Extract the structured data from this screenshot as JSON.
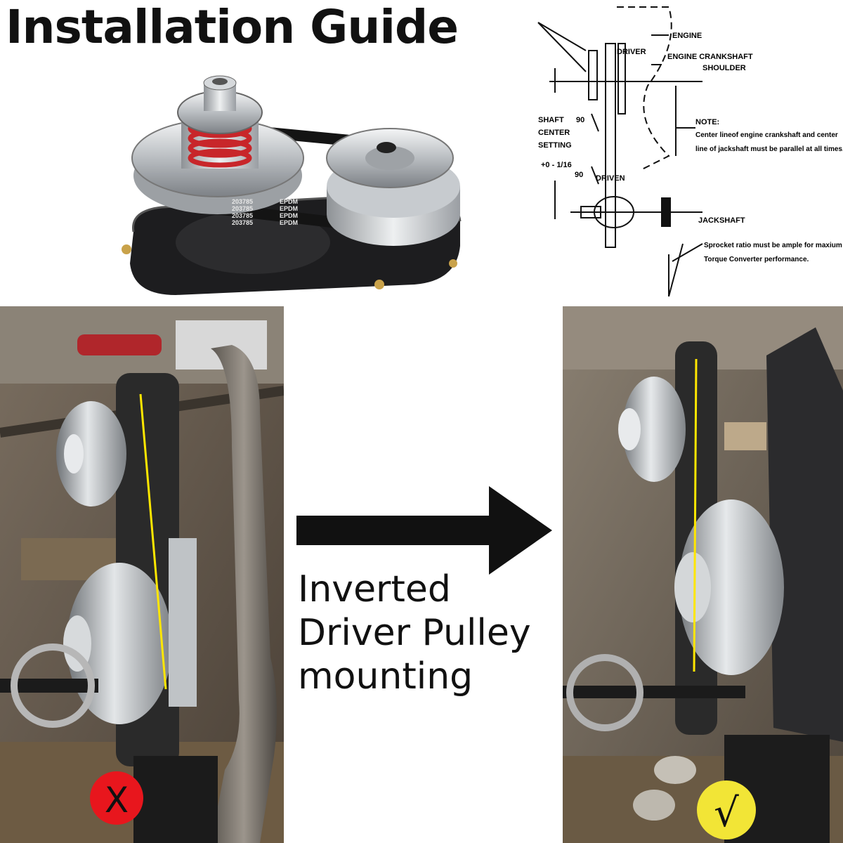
{
  "title": "Installation Guide",
  "product": {
    "belt_lines": [
      "203785",
      "203785",
      "203785",
      "203785"
    ],
    "belt_material": [
      "EPDM",
      "EPDM",
      "EPDM",
      "EPDM"
    ]
  },
  "diagram": {
    "engine": "ENGINE",
    "driver": "DRIVER",
    "crankshaft_1": "ENGINE CRANKSHAFT",
    "crankshaft_2": "SHOULDER",
    "shaft_1": "SHAFT",
    "shaft_2": "CENTER",
    "shaft_3": "SETTING",
    "angle_top": "90",
    "angle_bottom": "90",
    "tolerance": "+0 - 1/16",
    "driven": "DRIVEN",
    "jackshaft": "JACKSHAFT",
    "note_title": "NOTE:",
    "note_line1": "Center lineof engine crankshaft and center",
    "note_line2": "line of jackshaft must be parallel at all times.",
    "sprocket_line1": "Sprocket ratio must be ample for maxium",
    "sprocket_line2": "Torque Converter performance."
  },
  "caption": {
    "line1": "Inverted",
    "line2": "Driver Pulley",
    "line3": "mounting"
  },
  "badges": {
    "wrong_symbol": "X",
    "right_symbol": "√",
    "wrong_color": "#e8161d",
    "right_color": "#f2e536"
  }
}
